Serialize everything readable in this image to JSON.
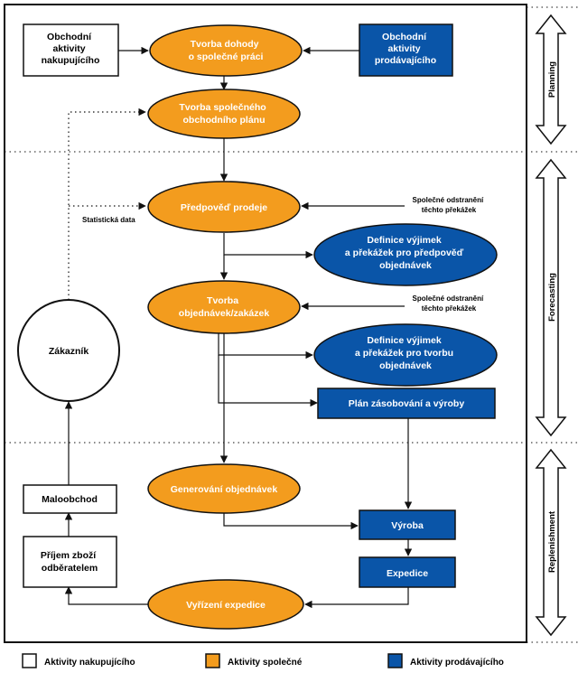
{
  "colors": {
    "buyer_fill": "#ffffff",
    "shared_fill": "#f39c1e",
    "seller_fill": "#0a55a8",
    "stroke": "#111111"
  },
  "nodes": {
    "buyer_activities": [
      "Obchodní",
      "aktivity",
      "nakupujícího"
    ],
    "agreement": [
      "Tvorba dohody",
      "o společné práci"
    ],
    "seller_activities": [
      "Obchodní",
      "aktivity",
      "prodávajícího"
    ],
    "business_plan": [
      "Tvorba společného",
      "obchodního plánu"
    ],
    "sales_forecast": [
      "Předpověď prodeje"
    ],
    "exceptions_forecast": [
      "Definice výjimek",
      "a překážek pro předpověď",
      "objednávek"
    ],
    "order_forecast": [
      "Tvorba",
      "objednávek/zakázek"
    ],
    "exceptions_order": [
      "Definice výjimek",
      "a překážek pro tvorbu",
      "objednávek"
    ],
    "supply_plan": [
      "Plán zásobování a výroby"
    ],
    "customer": [
      "Zákazník"
    ],
    "order_generation": [
      "Generování objednávek"
    ],
    "retail": [
      "Maloobchod"
    ],
    "production": [
      "Výroba"
    ],
    "receiving": [
      "Příjem zboží",
      "odběratelem"
    ],
    "dispatch": [
      "Expedice"
    ],
    "fulfillment": [
      "Vyřízení expedice"
    ]
  },
  "annotations": {
    "statistical_data": "Statistická data",
    "joint_resolution_1": [
      "Společné odstranění",
      "těchto překážek"
    ],
    "joint_resolution_2": [
      "Společné odstranění",
      "těchto překážek"
    ]
  },
  "phases": {
    "planning": "Planning",
    "forecasting": "Forecasting",
    "replenishment": "Replenishment"
  },
  "legend": {
    "buyer": "Aktivity nakupujícího",
    "shared": "Aktivity společné",
    "seller": "Aktivity prodávajícího"
  }
}
